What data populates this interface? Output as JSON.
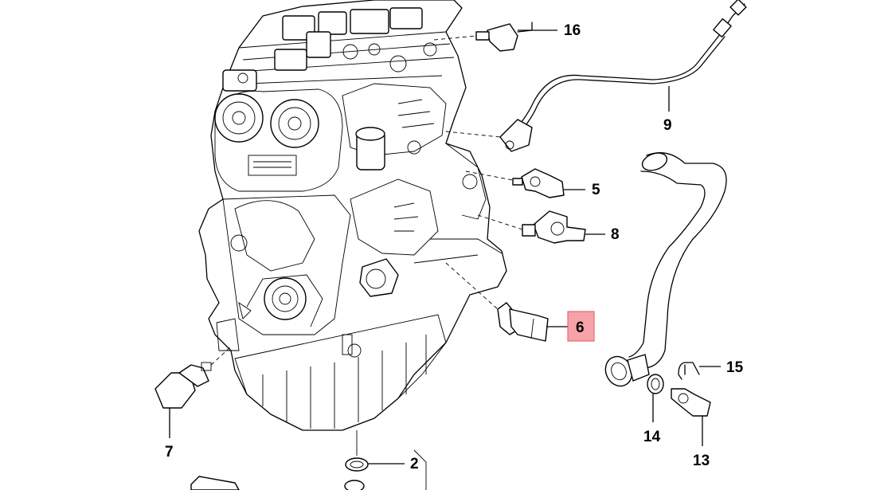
{
  "diagram": {
    "highlight_color": "#f7a2a8",
    "line_color": "#000000",
    "callouts": [
      {
        "id": "c16",
        "label": "16"
      },
      {
        "id": "c9",
        "label": "9"
      },
      {
        "id": "c5",
        "label": "5"
      },
      {
        "id": "c8",
        "label": "8"
      },
      {
        "id": "c6",
        "label": "6",
        "highlighted": true
      },
      {
        "id": "c15",
        "label": "15"
      },
      {
        "id": "c14",
        "label": "14"
      },
      {
        "id": "c13",
        "label": "13"
      },
      {
        "id": "c7",
        "label": "7"
      },
      {
        "id": "c2",
        "label": "2"
      }
    ]
  }
}
